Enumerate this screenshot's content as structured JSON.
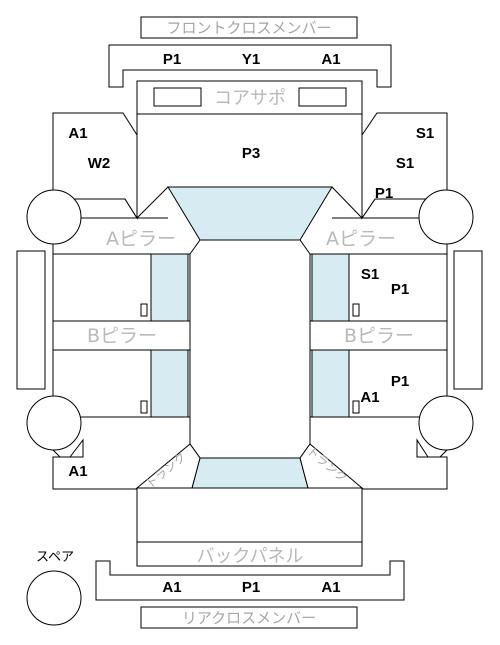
{
  "labels": {
    "front_cross_member": "フロントクロスメンバー",
    "core_support": "コアサポ",
    "a_pillar_left": "Aピラー",
    "a_pillar_right": "Aピラー",
    "b_pillar_left": "Bピラー",
    "b_pillar_right": "Bピラー",
    "back_panel": "バックパネル",
    "rear_cross_member": "リアクロスメンバー",
    "spare": "スペア",
    "trunk_left": "トランク",
    "trunk_right": "トランク"
  },
  "zones": {
    "front_cross_member": [
      "P1",
      "Y1",
      "A1"
    ],
    "core_left_top": "A1",
    "core_left_bottom": "W2",
    "hood": "P3",
    "front_right_1": "S1",
    "front_right_2": "S1",
    "front_right_3": "P1",
    "door_right_front_1": "S1",
    "door_right_front_2": "P1",
    "door_right_rear_1": "P1",
    "door_right_rear_2": "A1",
    "rear_left": "A1",
    "rear_cross_member": [
      "A1",
      "P1",
      "A1"
    ]
  },
  "colors": {
    "outline": "#000000",
    "glass": "#d6ebf2",
    "label_grey": "#a6a6a6"
  }
}
